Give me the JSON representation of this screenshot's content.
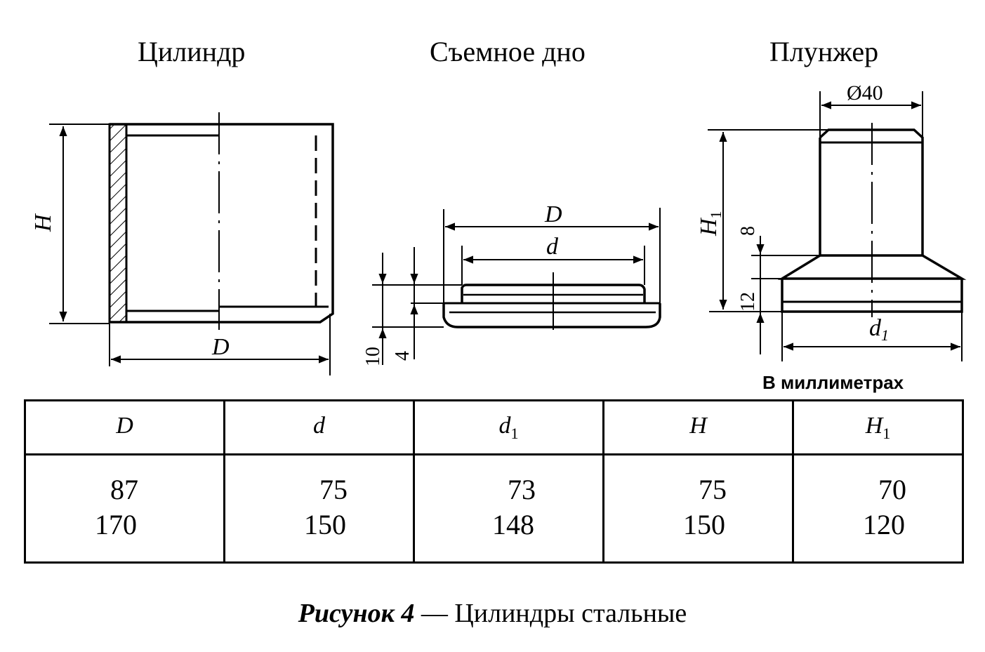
{
  "titles": {
    "cylinder": "Цилиндр",
    "bottom": "Съемное дно",
    "plunger": "Плунжер"
  },
  "dimension_labels": {
    "H": "H",
    "D": "D",
    "d": "d",
    "d1": "d",
    "H1": "H",
    "sub1": "1",
    "dia40": "Ø40",
    "n8": "8",
    "n12": "12",
    "n10": "10",
    "n4": "4"
  },
  "units_note": "В миллиметрах",
  "table": {
    "headers": [
      {
        "main": "D",
        "sub": ""
      },
      {
        "main": "d",
        "sub": ""
      },
      {
        "main": "d",
        "sub": "1"
      },
      {
        "main": "H",
        "sub": ""
      },
      {
        "main": "H",
        "sub": "1"
      }
    ],
    "rows": [
      [
        "87",
        "75",
        "73",
        "75",
        "70"
      ],
      [
        "170",
        "150",
        "148",
        "150",
        "120"
      ]
    ]
  },
  "caption": {
    "bold": "Рисунок 4",
    "rest": " — Цилиндры стальные"
  }
}
